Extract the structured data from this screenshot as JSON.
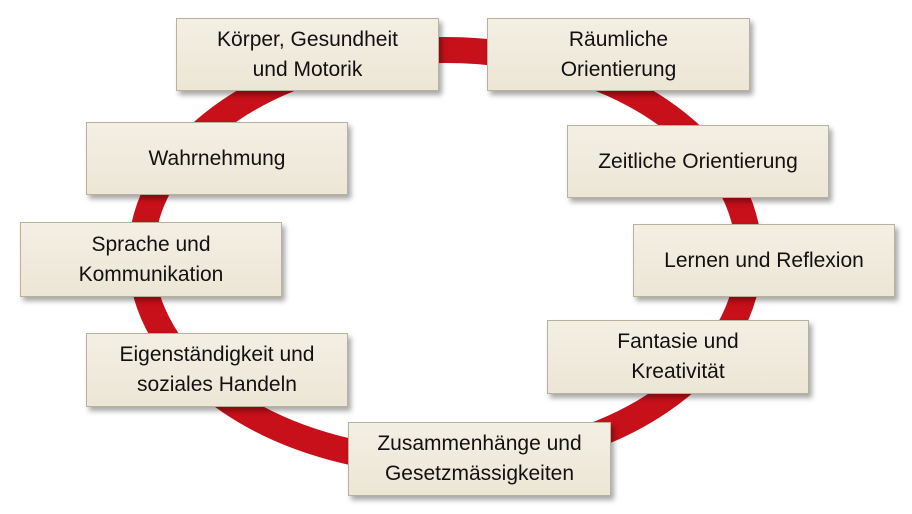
{
  "diagram": {
    "ring_color": "#c8101a",
    "box_fill": "#efeadc",
    "boxes": [
      {
        "label": "Körper, Gesundheit\nund Motorik"
      },
      {
        "label": "Räumliche\nOrientierung"
      },
      {
        "label": "Wahrnehmung"
      },
      {
        "label": "Zeitliche Orientierung"
      },
      {
        "label": "Sprache und\nKommunikation"
      },
      {
        "label": "Lernen und Reflexion"
      },
      {
        "label": "Eigenständigkeit und\nsoziales Handeln"
      },
      {
        "label": "Fantasie und\nKreativität"
      },
      {
        "label": "Zusammenhänge und\nGesetzmässigkeiten"
      }
    ]
  }
}
